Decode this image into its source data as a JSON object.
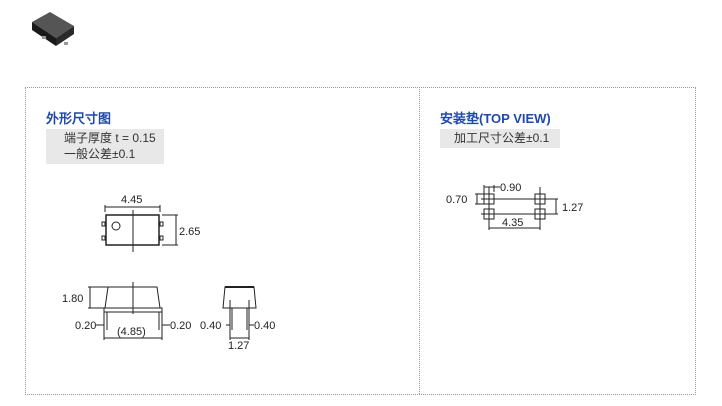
{
  "left": {
    "title": "外形尺寸图",
    "note_line1": "端子厚度 t = 0.15",
    "note_line2": "一般公差±0.1",
    "dims": {
      "top_width": "4.45",
      "top_height": "2.65",
      "side_height": "1.80",
      "lead_left": "0.20",
      "length": "(4.85)",
      "lead_right": "0.20",
      "end_left": "0.40",
      "end_right": "0.40",
      "pitch": "1.27"
    }
  },
  "right": {
    "title": "安装垫(TOP VIEW)",
    "note": "加工尺寸公差±0.1",
    "dims": {
      "pad_width": "0.90",
      "pad_height": "0.70",
      "pitch": "1.27",
      "span": "4.35"
    }
  }
}
